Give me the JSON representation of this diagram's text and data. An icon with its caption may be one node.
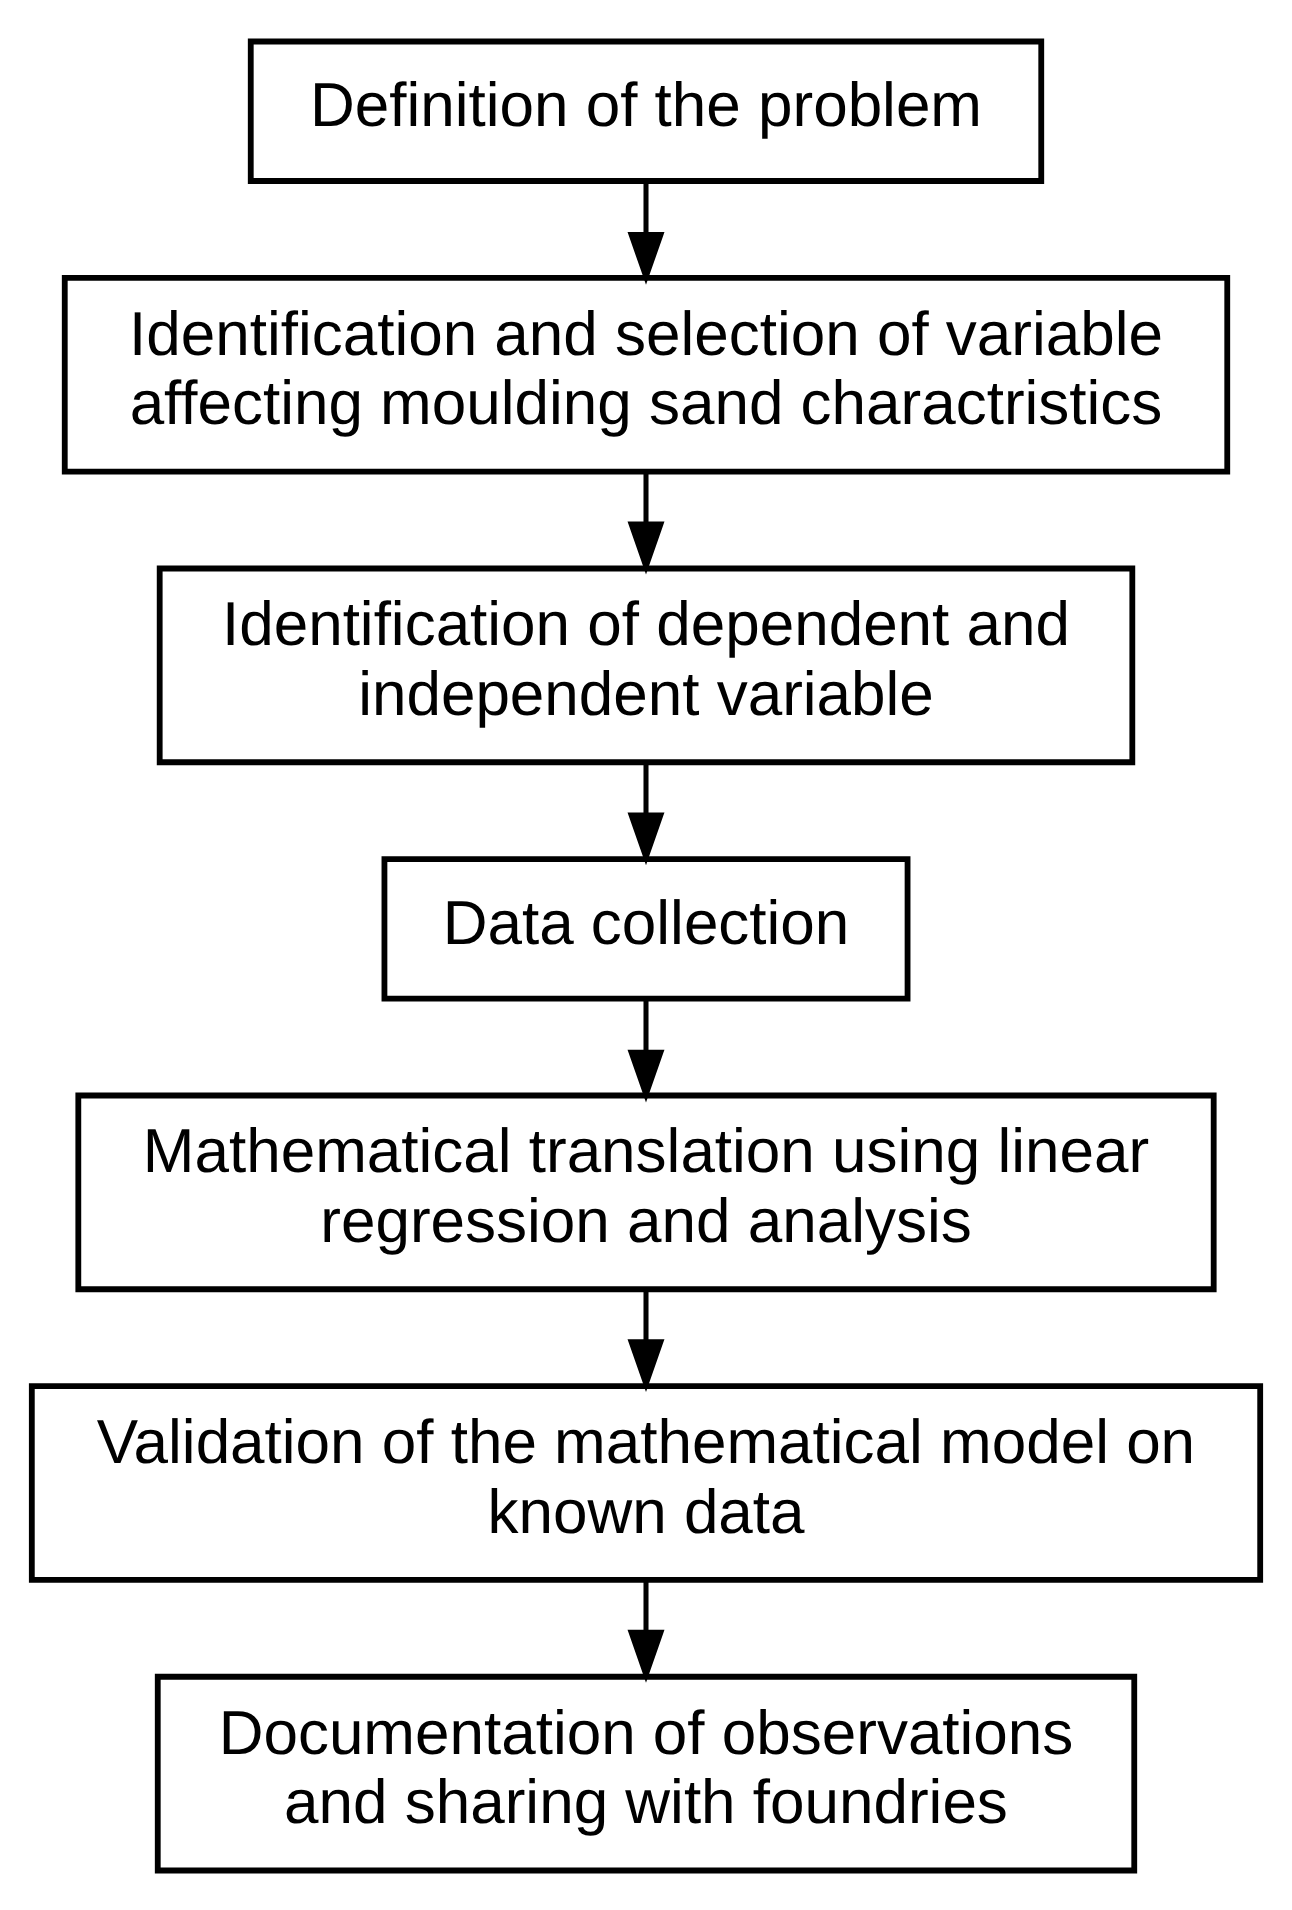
{
  "diagram": {
    "nodes": [
      {
        "text": [
          "Definition of the problem"
        ]
      },
      {
        "text": [
          "Identification and selection of variable affecting moulding sand charactristics"
        ]
      },
      {
        "text": [
          "Identification of dependent and independent variable"
        ]
      },
      {
        "text": [
          "Data collection"
        ]
      },
      {
        "text": [
          "Mathematical translation using linear regression and analysis"
        ]
      },
      {
        "text": [
          "Validation of the mathematical model on known data"
        ]
      },
      {
        "text": [
          "Documentation of observations and sharing with foundries"
        ]
      }
    ],
    "edges": [
      {
        "from": 0,
        "to": 1,
        "arrow": "to"
      },
      {
        "from": 1,
        "to": 2,
        "arrow": "to"
      },
      {
        "from": 2,
        "to": 3,
        "arrow": "to"
      },
      {
        "from": 3,
        "to": 4,
        "arrow": "to"
      },
      {
        "from": 4,
        "to": 5,
        "arrow": "to"
      },
      {
        "from": 5,
        "to": 6,
        "arrow": "to"
      }
    ]
  }
}
